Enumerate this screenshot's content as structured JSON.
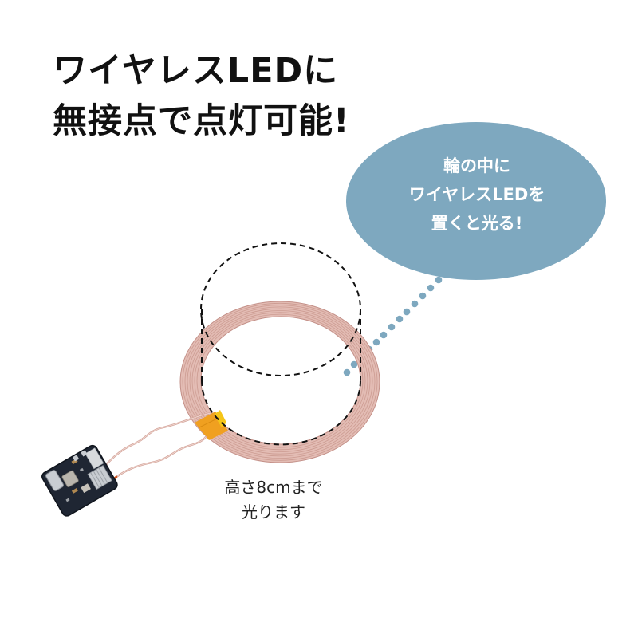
{
  "headline": {
    "line1": "ワイヤレスLEDに",
    "line2": "無接点で点灯可能!"
  },
  "bubble": {
    "line1": "輪の中に",
    "line2": "ワイヤレスLEDを",
    "line3": "置くと光る!",
    "color": "#7ea8bf"
  },
  "caption": {
    "line1": "高さ8cmまで",
    "line2": "光ります"
  },
  "colors": {
    "coil": "#e3bcb4",
    "coil_line": "#c9978d",
    "tape": "#f0a020",
    "pcb": "#1f2633",
    "dashed": "#111111"
  }
}
